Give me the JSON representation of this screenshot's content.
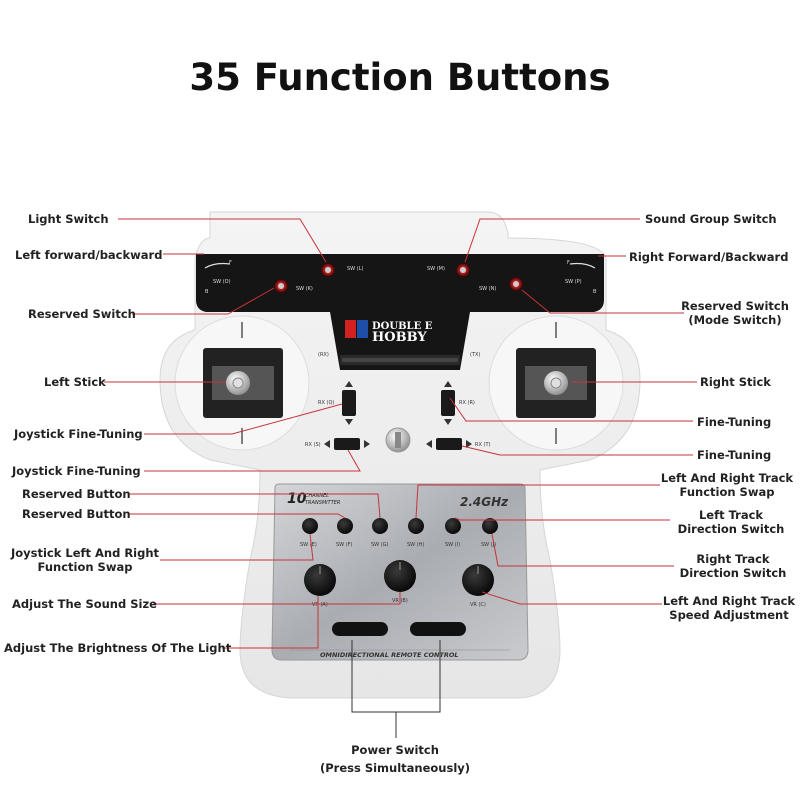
{
  "title": "35 Function Buttons",
  "brand": {
    "line1": "DOUBLE E",
    "line2": "HOBBY",
    "freq": "2.4GHz",
    "channel_num": "10",
    "channel_text1": "CHANNEL",
    "channel_text2": "TRANSMITTER",
    "bottom_text": "OMNIDIRECTIONAL REMOTE CONTROL"
  },
  "device_labels": {
    "sw_o": "SW (O)",
    "sw_k": "SW (K)",
    "sw_l": "SW (L)",
    "sw_m": "SW (M)",
    "sw_n": "SW (N)",
    "sw_p": "SW (P)",
    "f_left": "F",
    "b_left": "B",
    "f_right": "F",
    "b_right": "B",
    "rx": "(RX)",
    "tx": "(TX)",
    "rx_q": "RX (Q)",
    "rx_r": "RX (R)",
    "rx_s": "RX (S)",
    "rx_t": "RX (T)",
    "sw_e": "SW (E)",
    "sw_f": "SW (F)",
    "sw_g": "SW (G)",
    "sw_h": "SW (H)",
    "sw_i": "SW (I)",
    "sw_j": "SW (J)",
    "vr_a": "VR (A)",
    "vr_b": "VR (B)",
    "vr_c": "VR (C)"
  },
  "labels": {
    "light_switch": "Light Switch",
    "left_fb": "Left forward/backward",
    "reserved_switch": "Reserved Switch",
    "left_stick": "Left Stick",
    "joystick_ft1": "Joystick Fine-Tuning",
    "joystick_ft2": "Joystick Fine-Tuning",
    "reserved_button1": "Reserved Button",
    "reserved_button2": "Reserved Button",
    "joystick_swap_1": "Joystick Left And Right",
    "joystick_swap_2": "Function Swap",
    "sound_size": "Adjust The Sound Size",
    "brightness": "Adjust The Brightness Of The Light",
    "sound_group": "Sound Group Switch",
    "right_fb": "Right Forward/Backward",
    "reserved_mode_1": "Reserved Switch",
    "reserved_mode_2": "(Mode Switch)",
    "right_stick": "Right Stick",
    "fine_tuning1": "Fine-Tuning",
    "fine_tuning2": "Fine-Tuning",
    "track_swap_1": "Left And Right Track",
    "track_swap_2": "Function Swap",
    "left_track_1": "Left Track",
    "left_track_2": "Direction Switch",
    "right_track_1": "Right Track",
    "right_track_2": "Direction Switch",
    "speed_adj_1": "Left And Right Track",
    "speed_adj_2": "Speed Adjustment",
    "power_1": "Power Switch",
    "power_2": "(Press Simultaneously)"
  },
  "colors": {
    "leader": "#c8323a",
    "leader_dark": "#333333",
    "panel": "#1a1a1a",
    "metal": "#b9bcc0"
  }
}
